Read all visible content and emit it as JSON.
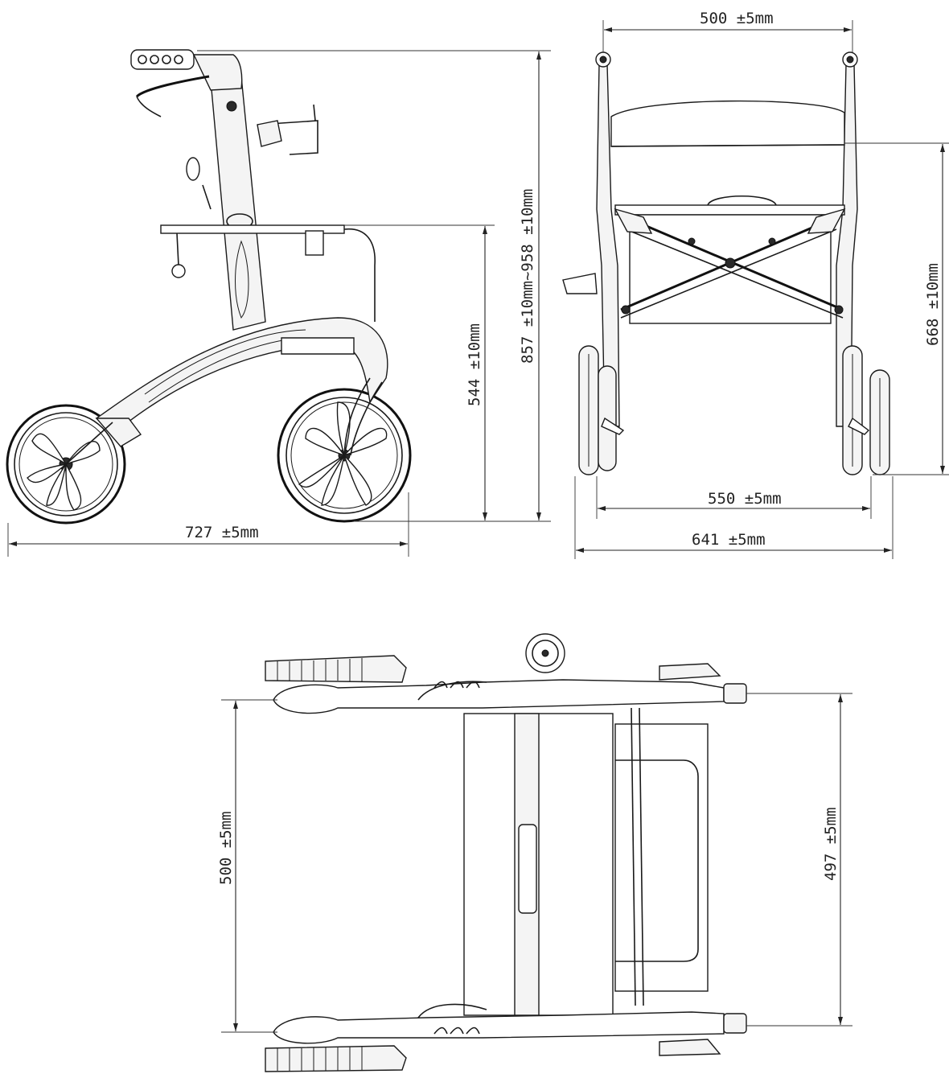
{
  "dimensions": {
    "side_overall_length": "727 ±5mm",
    "side_seat_height": "544 ±10mm",
    "side_handle_height": "857 ±10mm~958 ±10mm",
    "front_handle_spacing": "500 ±5mm",
    "front_inner_wheel_width": "550 ±5mm",
    "front_overall_width": "641 ±5mm",
    "front_seat_height": "668 ±10mm",
    "top_folded_length": "500 ±5mm",
    "top_folded_depth": "497 ±5mm"
  }
}
